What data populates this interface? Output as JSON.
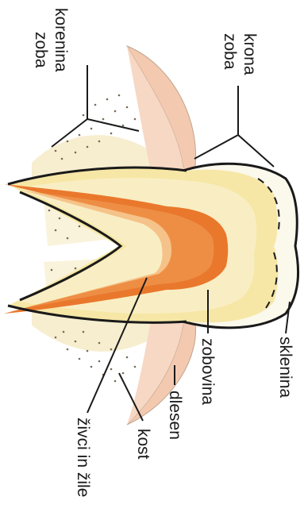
{
  "diagram": {
    "labels": {
      "korenina_line1": "korenina",
      "korenina_line2": "zoba",
      "krona_line1": "krona",
      "krona_line2": "zoba",
      "sklenina": "sklenina",
      "zobovina": "zobovina",
      "dlesen": "dlesen",
      "kost": "kost",
      "zivci": "živci in žile"
    },
    "colors": {
      "background": "#ffffff",
      "outline": "#1a1a1a",
      "enamel": "#fbf8ec",
      "dentin": "#f6e7a6",
      "pulp": "#e9782d",
      "pulp_light": "#f2a15a",
      "gum": "#f3c9b0",
      "bone": "#f7eed0",
      "bone_dots": "#7a6a55"
    }
  }
}
